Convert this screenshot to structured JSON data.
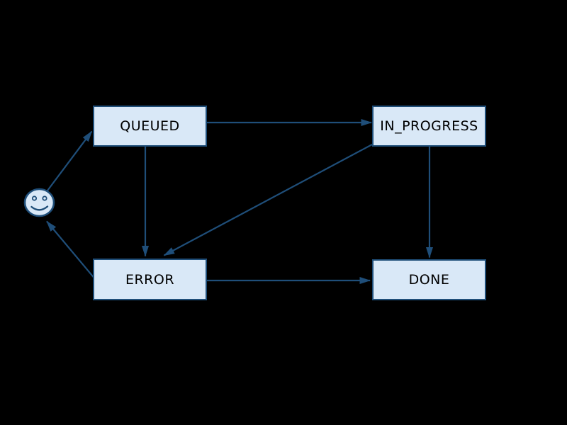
{
  "diagram": {
    "type": "state-diagram",
    "background_color": "#000000",
    "node_fill_color": "#d9e8f7",
    "node_border_color": "#1f4e79",
    "edge_color": "#1f4e79",
    "node_text_color": "#000000",
    "nodes": [
      {
        "id": "queued",
        "label": "QUEUED"
      },
      {
        "id": "in_progress",
        "label": "IN_PROGRESS"
      },
      {
        "id": "error",
        "label": "ERROR"
      },
      {
        "id": "done",
        "label": "DONE"
      }
    ],
    "actor": {
      "id": "start",
      "icon": "smiley-face"
    },
    "edges": [
      {
        "from": "start",
        "to": "queued"
      },
      {
        "from": "queued",
        "to": "in_progress"
      },
      {
        "from": "queued",
        "to": "error"
      },
      {
        "from": "in_progress",
        "to": "error"
      },
      {
        "from": "in_progress",
        "to": "done"
      },
      {
        "from": "error",
        "to": "done"
      },
      {
        "from": "error",
        "to": "start"
      }
    ]
  }
}
